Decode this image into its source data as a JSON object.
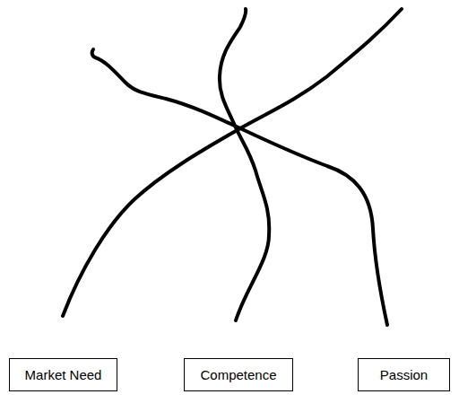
{
  "diagram": {
    "nodes": [
      {
        "text": [
          "Market Need"
        ]
      },
      {
        "text": [
          "Competence"
        ]
      },
      {
        "text": [
          "Passion"
        ]
      }
    ]
  }
}
